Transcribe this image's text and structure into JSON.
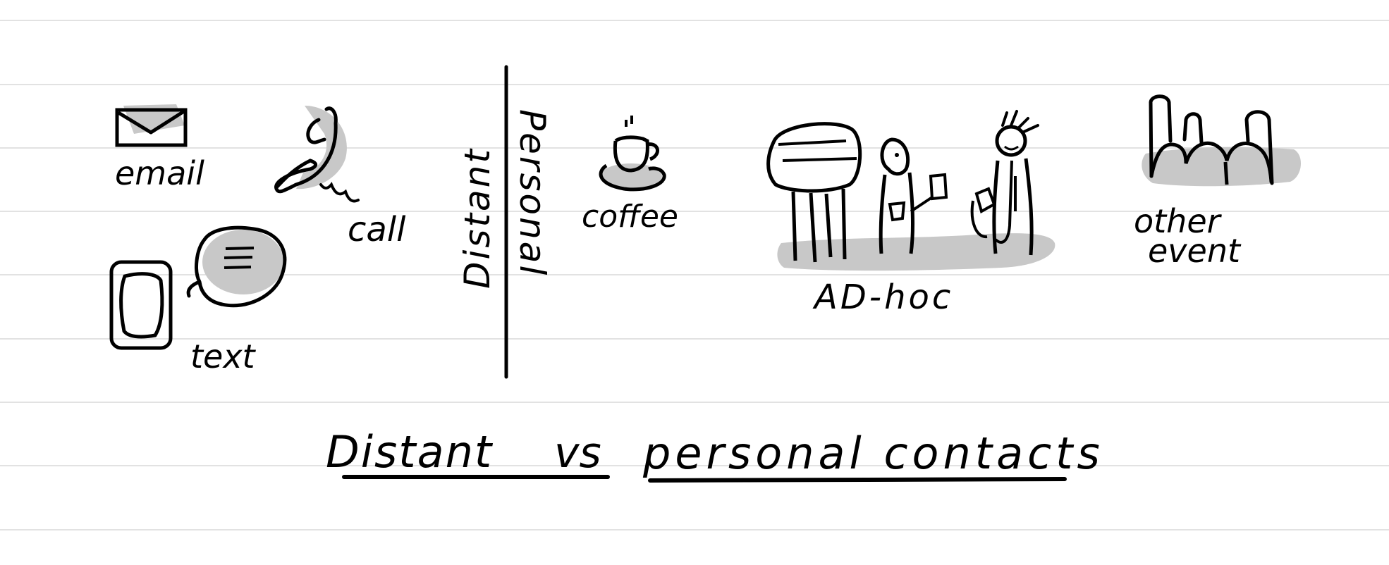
{
  "labels": {
    "email": "email",
    "call": "call",
    "text": "text",
    "distant": "Distant",
    "personal": "Personal",
    "coffee": "coffee",
    "adhoc": "AD-hoc",
    "other_event_line1": "other",
    "other_event_line2": "event"
  },
  "caption": {
    "word1": "Distant",
    "word2": "vs",
    "word3": "personal contacts"
  },
  "colors": {
    "ink": "#000000",
    "shade": "#c8c8c8",
    "ruling": "#e2e2e2",
    "paper": "#ffffff"
  }
}
